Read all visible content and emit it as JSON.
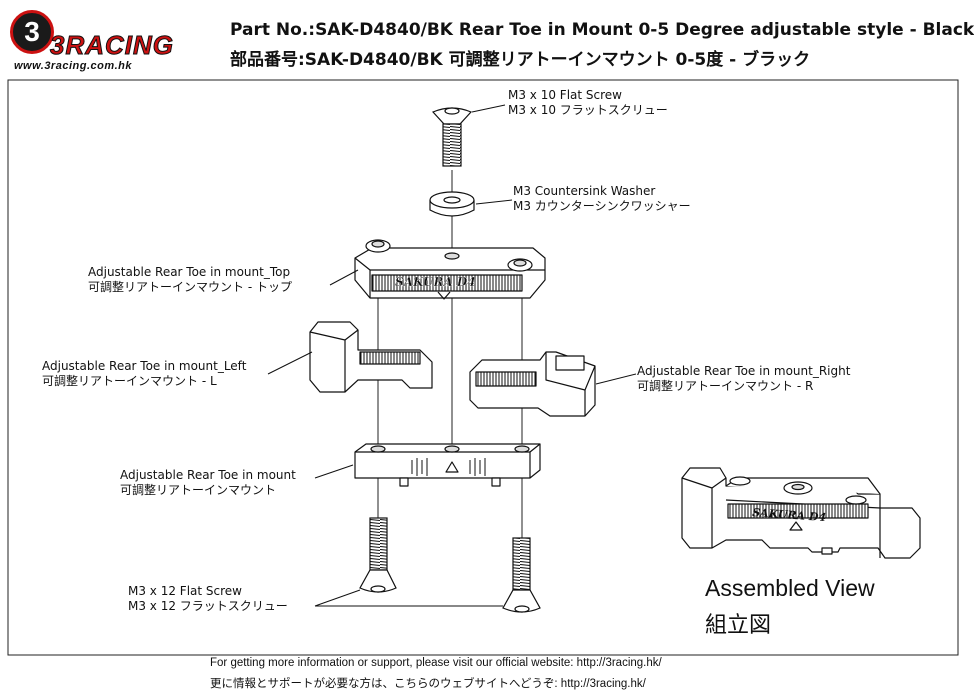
{
  "brand": {
    "logo_glyph": "3",
    "logo_text": "3RACING",
    "url": "www.3racing.com.hk"
  },
  "title": {
    "en": "Part No.:SAK-D4840/BK  Rear Toe in Mount 0-5 Degree adjustable style - Black",
    "jp": "部品番号:SAK-D4840/BK  可調整リアトーインマウント 0-5度 - ブラック"
  },
  "parts": {
    "flat_screw_top": {
      "en": "M3 x 10 Flat Screw",
      "jp": "M3 x 10 フラットスクリュー"
    },
    "washer": {
      "en": "M3 Countersink Washer",
      "jp": "M3 カウンターシンクワッシャー"
    },
    "mount_top": {
      "en": "Adjustable Rear Toe in mount_Top",
      "jp": "可調整リアトーインマウント - トップ"
    },
    "mount_left": {
      "en": "Adjustable Rear Toe in mount_Left",
      "jp": "可調整リアトーインマウント - L"
    },
    "mount_right": {
      "en": "Adjustable Rear Toe in mount_Right",
      "jp": "可調整リアトーインマウント - R"
    },
    "mount_base": {
      "en": "Adjustable Rear Toe in mount",
      "jp": "可調整リアトーインマウント"
    },
    "flat_screw_bottom": {
      "en": "M3 x 12 Flat Screw",
      "jp": "M3 x 12 フラットスクリュー"
    }
  },
  "engraving": "SAKURA D4",
  "assembled": {
    "en": "Assembled View",
    "jp": "組立図"
  },
  "footer": {
    "en": "For getting more information or support, please visit our official website: http://3racing.hk/",
    "jp": "更に情報とサポートが必要な方は、こちらのウェブサイトへどうぞ: http://3racing.hk/"
  },
  "colors": {
    "brand_red": "#cc1111",
    "part_fill": "#ffffff",
    "part_shade": "#d9d9d9",
    "outline": "#111111"
  }
}
